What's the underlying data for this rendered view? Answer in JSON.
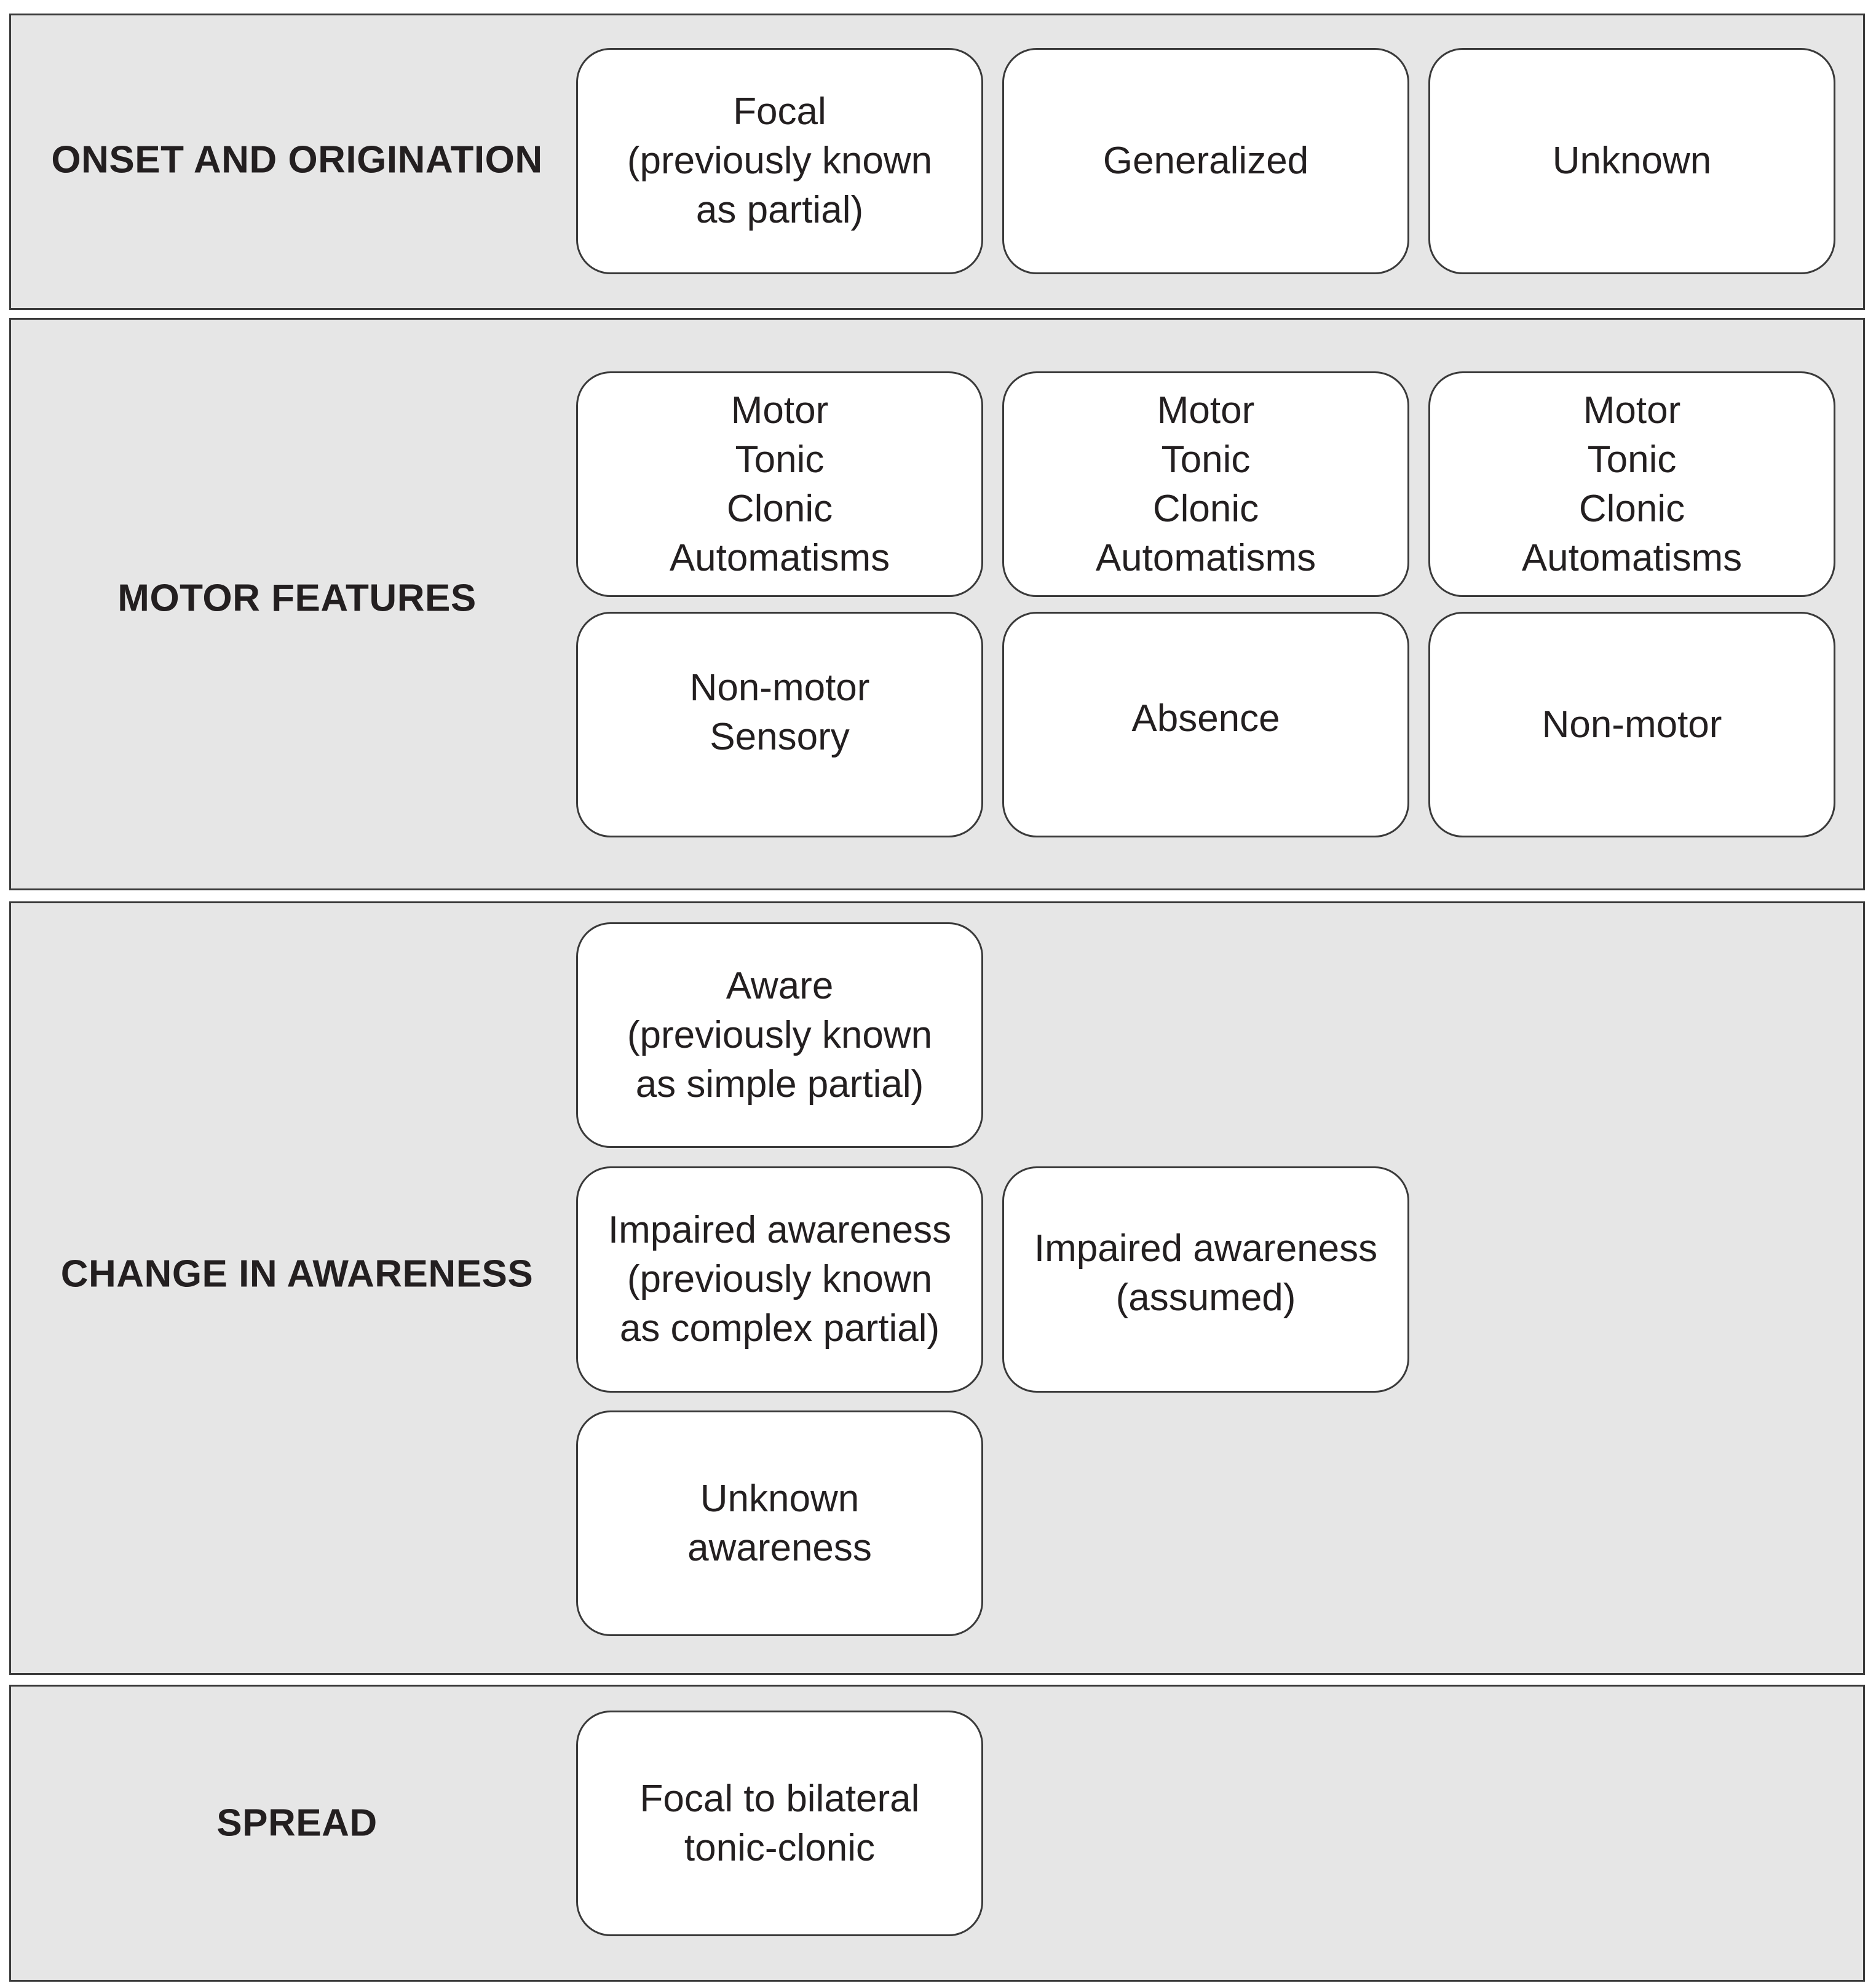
{
  "rows": {
    "onset": {
      "label": "ONSET AND ORIGINATION",
      "boxes": [
        "Focal\n(previously known\nas partial)",
        "Generalized",
        "Unknown"
      ]
    },
    "motor": {
      "label": "MOTOR FEATURES",
      "motor_boxes": [
        "Motor\nTonic\nClonic\nAutomatisms",
        "Motor\nTonic\nClonic\nAutomatisms",
        "Motor\nTonic\nClonic\nAutomatisms"
      ],
      "nonmotor_boxes": [
        "Non-motor\nSensory",
        "Absence",
        "Non-motor"
      ]
    },
    "awareness": {
      "label": "CHANGE IN AWARENESS",
      "aware": "Aware\n(previously known\nas simple partial)",
      "impaired_focal": "Impaired awareness\n(previously known\nas complex partial)",
      "impaired_generalized": "Impaired awareness\n(assumed)",
      "unknown": "Unknown\nawareness"
    },
    "spread": {
      "label": "SPREAD",
      "box": "Focal to bilateral\ntonic-clonic"
    }
  }
}
